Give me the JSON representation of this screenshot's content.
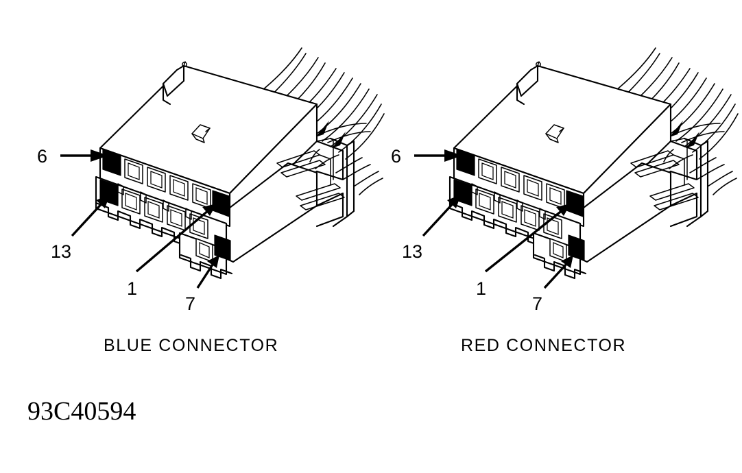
{
  "figure": {
    "id_label": "93C40594",
    "background_color": "#ffffff",
    "line_color": "#000000",
    "type": "technical-line-drawing",
    "subject": "two multi-pin electrical connectors with pin-position callouts"
  },
  "connectors": [
    {
      "key": "blue",
      "caption": "BLUE CONNECTOR",
      "callouts": [
        {
          "key": "6",
          "label": "6",
          "leader_style": "horizontal-arrow",
          "points_to": "upper-row-left-end-cavity"
        },
        {
          "key": "13",
          "label": "13",
          "leader_style": "diagonal-arrow",
          "points_to": "lower-row-left-end-cavity"
        },
        {
          "key": "1",
          "label": "1",
          "leader_style": "diagonal-arrow",
          "points_to": "lower-row-right-end-cavity"
        },
        {
          "key": "7",
          "label": "7",
          "leader_style": "diagonal-arrow",
          "points_to": "bottom-row-right-end-cavity"
        }
      ]
    },
    {
      "key": "red",
      "caption": "RED CONNECTOR",
      "callouts": [
        {
          "key": "6",
          "label": "6",
          "leader_style": "horizontal-arrow",
          "points_to": "upper-row-left-end-cavity"
        },
        {
          "key": "13",
          "label": "13",
          "leader_style": "diagonal-arrow",
          "points_to": "lower-row-left-end-cavity"
        },
        {
          "key": "1",
          "label": "1",
          "leader_style": "diagonal-arrow",
          "points_to": "lower-row-right-end-cavity"
        },
        {
          "key": "7",
          "label": "7",
          "leader_style": "diagonal-arrow",
          "points_to": "bottom-row-right-end-cavity"
        }
      ]
    }
  ]
}
